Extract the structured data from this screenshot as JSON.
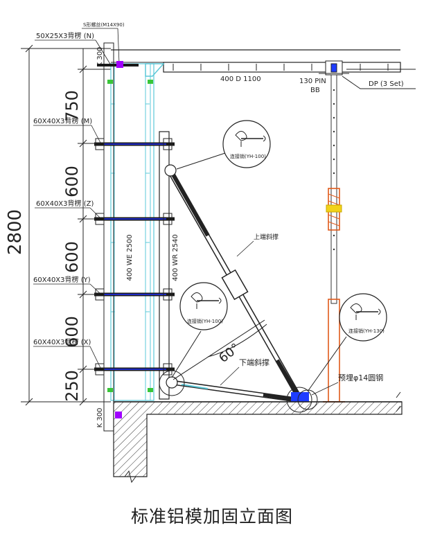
{
  "caption": "标准铝模加固立面图",
  "colors": {
    "line": "#1a1a1a",
    "panel": "#5bc8d8",
    "pin_green": "#39c639",
    "pin_purple": "#a000ff",
    "prop_orange": "#e05a1a",
    "prop_yellow": "#f2d21a",
    "anchor_blue": "#1e3cff",
    "waler_blue": "#2233ff"
  },
  "dims": {
    "total": "2800",
    "seg_top": "750",
    "seg_2": "600",
    "seg_3": "600",
    "seg_4": "600",
    "seg_bottom": "250"
  },
  "labels": {
    "bolt": "S形螺丝(M14X90)",
    "top_waler": "50X25X3背楞 (N)",
    "waler_m": "60X40X3背楞 (M)",
    "waler_z": "60X40X3背楞 (Z)",
    "waler_y": "60X40X3背楞 (Y)",
    "waler_x": "60X40X3背楞 (X)",
    "k300_top": "K 300",
    "k300_bottom": "K 300",
    "wall_panel": "400 WE 2500",
    "waler_panel": "400 WR 2540",
    "slab_panel": "400 D 1100",
    "pin": "130 PIN",
    "bb": "BB",
    "dp": "DP (3 Set)",
    "upper_brace": "上端斜撑",
    "lower_brace": "下端斜撑",
    "angle": "60°",
    "embed": "预埋φ14圆钢",
    "pin_callout_1": "连接销(YH-100)",
    "pin_callout_2": "连接销(YH-100)",
    "pin_callout_3": "连接销(YH-130)"
  }
}
